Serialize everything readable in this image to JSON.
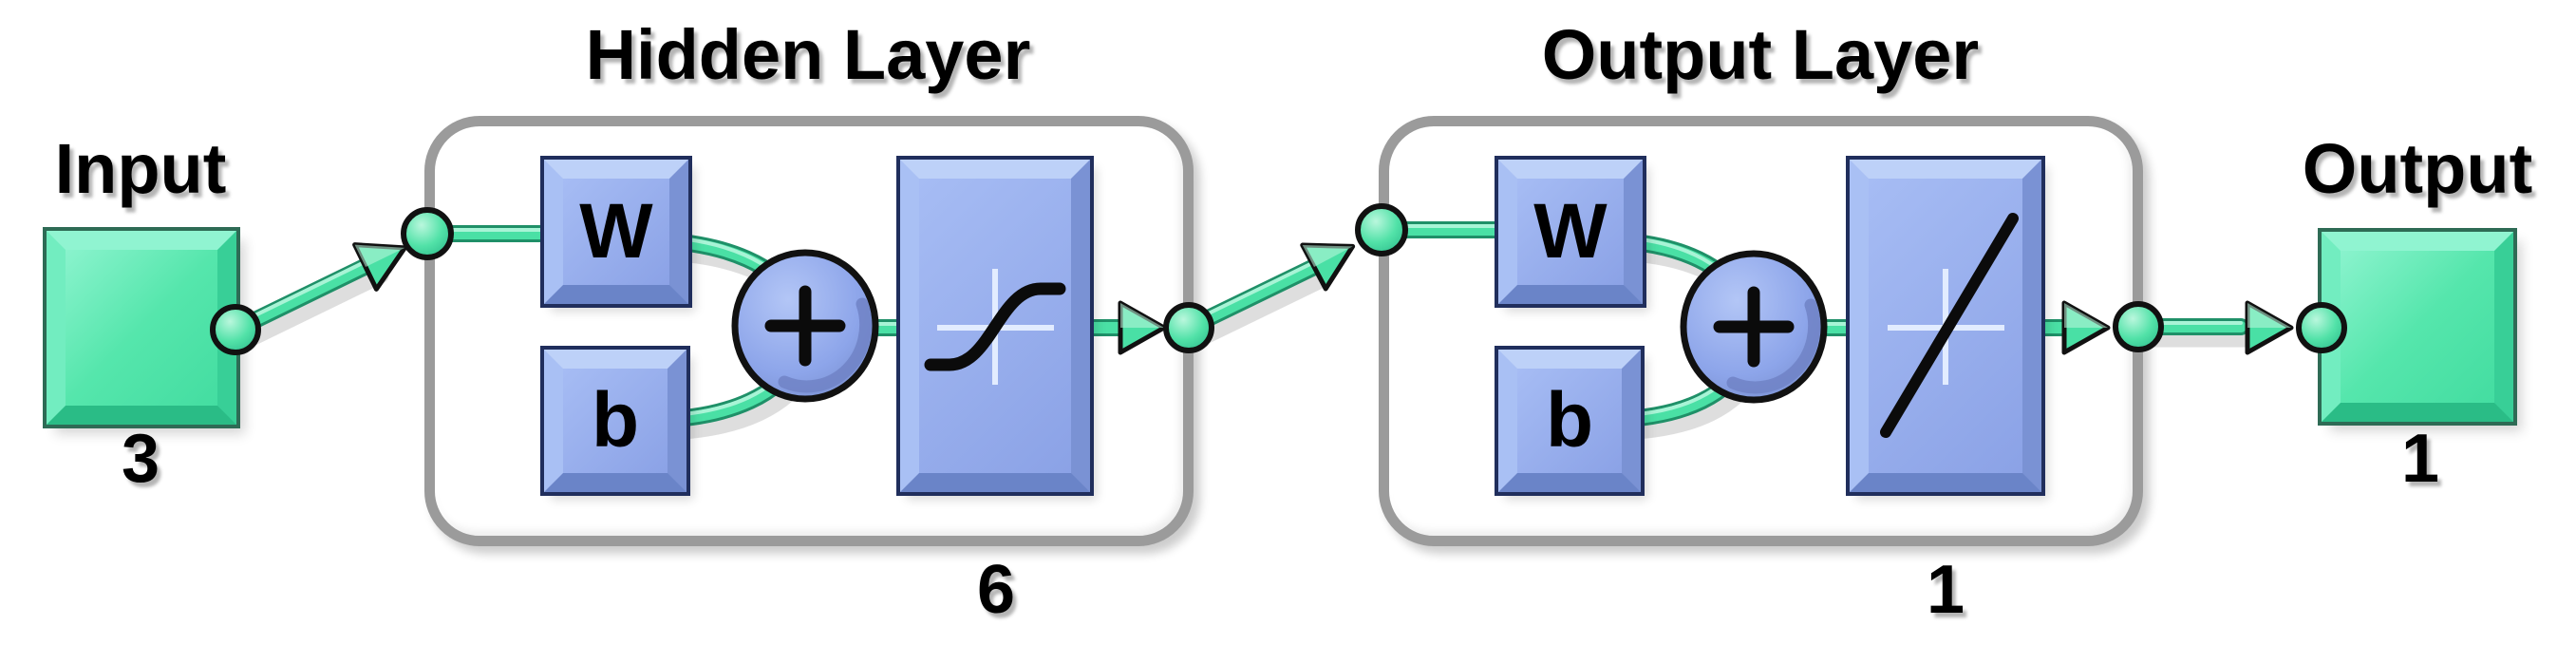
{
  "diagram": {
    "kind": "neural-network-architecture",
    "input": {
      "label": "Input",
      "size": "3"
    },
    "hidden_layer": {
      "title": "Hidden Layer",
      "weight_label": "W",
      "bias_label": "b",
      "sum_symbol": "+",
      "activation_icon": "tansig-sigmoid-curve-icon",
      "size": "6"
    },
    "output_layer": {
      "title": "Output Layer",
      "weight_label": "W",
      "bias_label": "b",
      "sum_symbol": "+",
      "activation_icon": "purelin-linear-icon",
      "size": "1"
    },
    "output": {
      "label": "Output",
      "size": "1"
    },
    "colors": {
      "background": "#ffffff",
      "green_block": "#4fe3a9",
      "green_block_light": "#8af3cd",
      "green_block_dark": "#2abc86",
      "blue_block": "#8ba2e6",
      "blue_block_light": "#bdd1f8",
      "blue_block_dark": "#6a84c8",
      "wire_core": "#4ae0a5",
      "wire_edge": "#1f9068",
      "wire_highlight": "#a8f4d6",
      "box_border": "#9b9b9b",
      "outline_black": "#111111",
      "text": "#000000"
    }
  }
}
